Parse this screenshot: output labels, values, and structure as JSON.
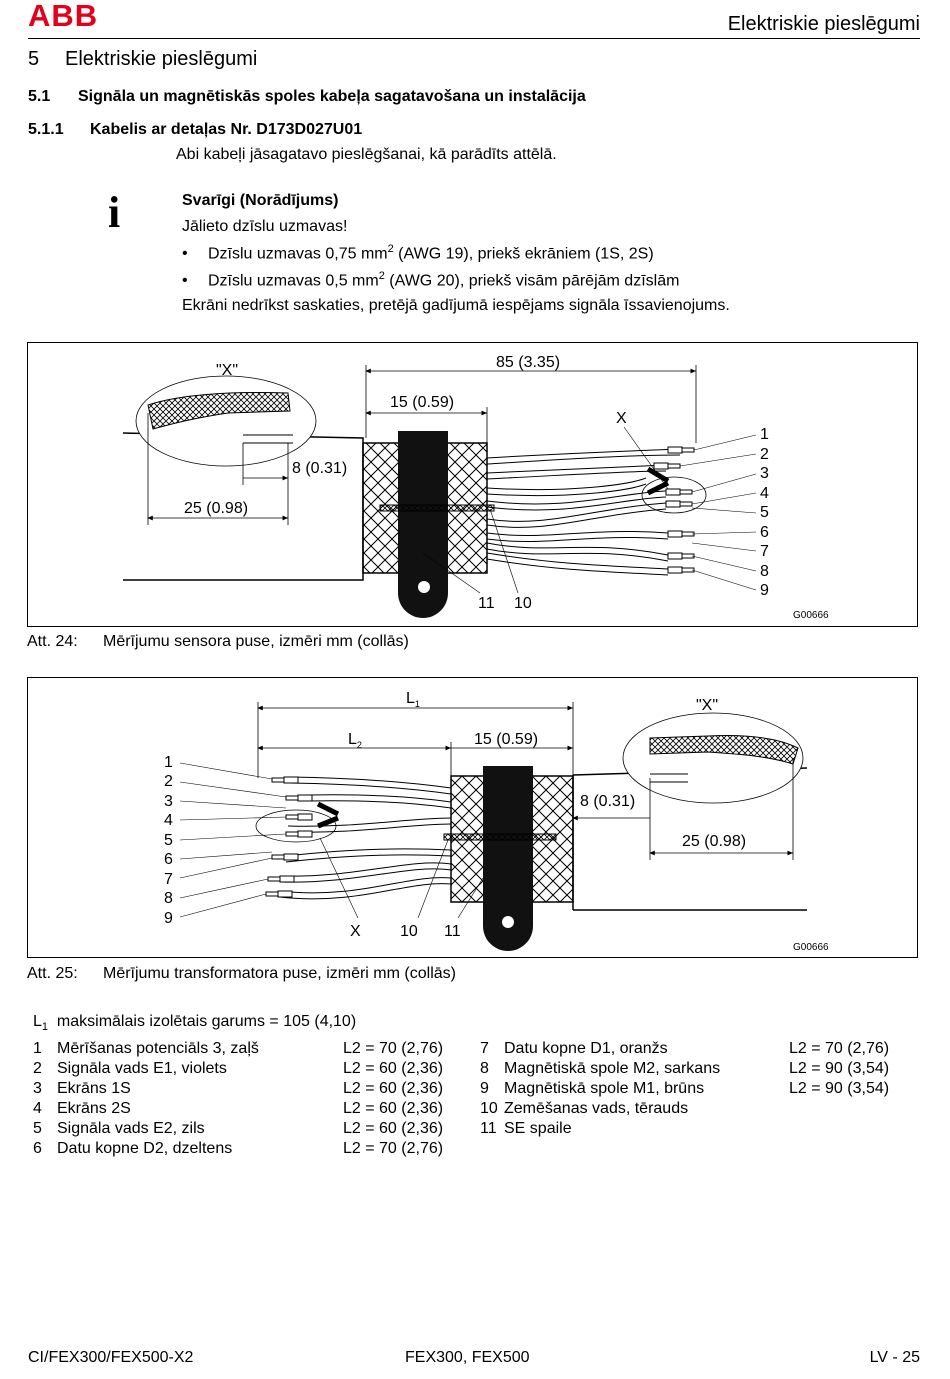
{
  "header": {
    "logo": "ABB",
    "title": "Elektriskie pieslēgumi"
  },
  "section": {
    "number": "5",
    "title": "Elektriskie pieslēgumi"
  },
  "subsection": {
    "number": "5.1",
    "title": "Signāla un magnētiskās spoles kabeļa sagatavošana un instalācija"
  },
  "subsubsection": {
    "number": "5.1.1",
    "title": "Kabelis ar detaļas Nr. D173D027U01"
  },
  "intro": "Abi kabeļi jāsagatavo pieslēgšanai, kā parādīts attēlā.",
  "note": {
    "icon": "info-icon",
    "title": "Svarīgi (Norādījums)",
    "text": "Jālieto dzīslu uzmavas!",
    "bullets": [
      {
        "a": "Dzīslu uzmavas 0,75 mm",
        "sup": "2",
        "b": " (AWG 19), priekš ekrāniem (1S, 2S)"
      },
      {
        "a": "Dzīslu uzmavas 0,5 mm",
        "sup": "2",
        "b": " (AWG 20), priekš visām pārējām dzīslām"
      }
    ],
    "footer": "Ekrāni nedrīkst saskaties, pretējā gadījumā iespējams signāla īssavienojums."
  },
  "figure1": {
    "code": "G00666",
    "labels": {
      "x_detail": "\"X\"",
      "dim_total": "85 (3.35)",
      "dim_sleeve": "15 (0.59)",
      "dim_8": "8 (0.31)",
      "dim_25": "25 (0.98)",
      "x": "X",
      "n11": "11",
      "n10": "10"
    },
    "wires": [
      "1",
      "2",
      "3",
      "4",
      "5",
      "6",
      "7",
      "8",
      "9"
    ],
    "caption_num": "Att. 24:",
    "caption": "Mērījumu sensora puse, izmēri mm (collās)"
  },
  "figure2": {
    "code": "G00666",
    "labels": {
      "l1": "L",
      "l1_sub": "1",
      "l2": "L",
      "l2_sub": "2",
      "x_detail": "\"X\"",
      "dim_sleeve": "15 (0.59)",
      "dim_8": "8 (0.31)",
      "dim_25": "25 (0.98)",
      "x": "X",
      "n10": "10",
      "n11": "11"
    },
    "wires": [
      "1",
      "2",
      "3",
      "4",
      "5",
      "6",
      "7",
      "8",
      "9"
    ],
    "caption_num": "Att. 25:",
    "caption": "Mērījumu transformatora puse, izmēri mm (collās)"
  },
  "l1_note": {
    "sym": "L",
    "sub": "1",
    "text": "maksimālais izolētais garums = 105 (4,10)"
  },
  "legend_left": [
    {
      "n": "1",
      "label": "Mērīšanas potenciāls 3, zaļš",
      "value": "L2 = 70 (2,76)"
    },
    {
      "n": "2",
      "label": "Signāla vads E1, violets",
      "value": "L2 = 60 (2,36)"
    },
    {
      "n": "3",
      "label": "Ekrāns 1S",
      "value": "L2 = 60 (2,36)"
    },
    {
      "n": "4",
      "label": "Ekrāns 2S",
      "value": "L2 = 60 (2,36)"
    },
    {
      "n": "5",
      "label": "Signāla vads E2, zils",
      "value": "L2 = 60 (2,36)"
    },
    {
      "n": "6",
      "label": "Datu kopne D2, dzeltens",
      "value": "L2 = 70 (2,76)"
    }
  ],
  "legend_right": [
    {
      "n": "7",
      "label": "Datu kopne D1, oranžs",
      "value": "L2 = 70 (2,76)"
    },
    {
      "n": "8",
      "label": "Magnētiskā spole M2, sarkans",
      "value": "L2 = 90 (3,54)"
    },
    {
      "n": "9",
      "label": "Magnētiskā spole M1, brūns",
      "value": "L2 = 90 (3,54)"
    },
    {
      "n": "10",
      "label": "Zemēšanas vads, tērauds",
      "value": ""
    },
    {
      "n": "11",
      "label": "SE spaile",
      "value": ""
    }
  ],
  "footer": {
    "left": "CI/FEX300/FEX500-X2",
    "center": "FEX300, FEX500",
    "right": "LV - 25"
  }
}
